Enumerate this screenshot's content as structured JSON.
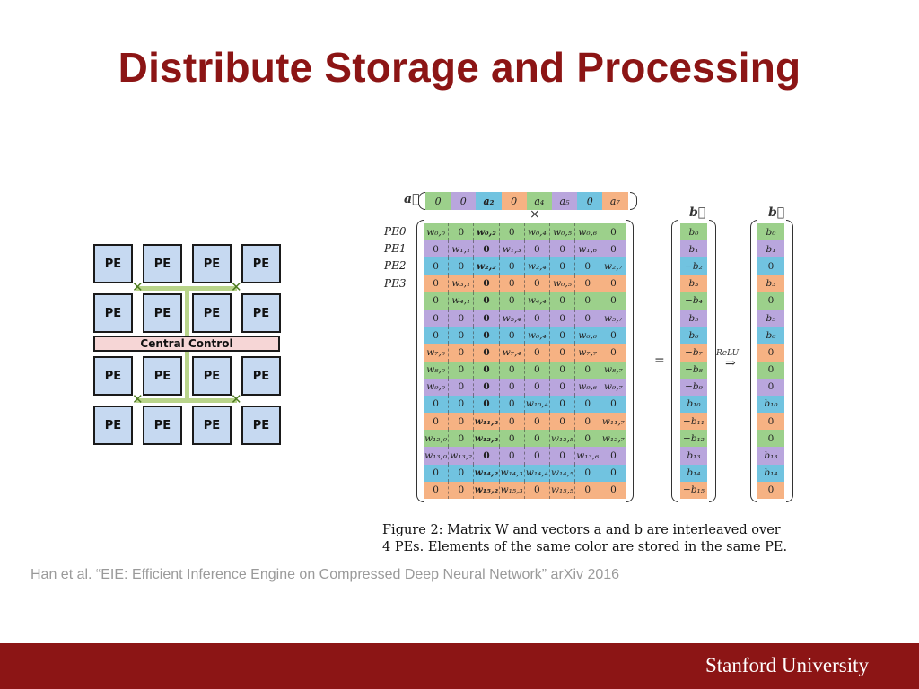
{
  "slide": {
    "title": "Distribute Storage and Processing",
    "citation": "Han et al. “EIE: Efficient Inference Engine on Compressed Deep Neural Network” arXiv 2016",
    "brand": "Stanford University"
  },
  "pe_diagram": {
    "pe_label": "PE",
    "central_control": "Central Control",
    "colors": {
      "pe_fill": "#c6d9f1",
      "control_fill": "#f6d6d6",
      "wire": "#b9d48a",
      "node": "#4c7a1e"
    }
  },
  "figure": {
    "vec_a_symbol": "a⃗",
    "vec_b_symbol": "b⃗",
    "times": "×",
    "equals": "=",
    "relu": "ReLU",
    "arrow": "⇒",
    "pe_colors": [
      "#9cd08b",
      "#b9a6dd",
      "#71c3e0",
      "#f6b283"
    ],
    "pe_labels": [
      "PE0",
      "PE1",
      "PE2",
      "PE3"
    ],
    "vec_a": [
      {
        "t": "0",
        "b": false
      },
      {
        "t": "0",
        "b": false
      },
      {
        "t": "a₂",
        "b": true
      },
      {
        "t": "0",
        "b": false
      },
      {
        "t": "a₄",
        "b": false
      },
      {
        "t": "a₅",
        "b": false
      },
      {
        "t": "0",
        "b": false
      },
      {
        "t": "a₇",
        "b": false
      }
    ],
    "matrix": [
      [
        "w₀,₀",
        "0",
        "w₀,₂*",
        "0",
        "w₀,₄",
        "w₀,₅",
        "w₀,₆",
        "0"
      ],
      [
        "0",
        "w₁,₁",
        "0*",
        "w₁,₃",
        "0",
        "0",
        "w₁,₆",
        "0"
      ],
      [
        "0",
        "0",
        "w₂,₂*",
        "0",
        "w₂,₄",
        "0",
        "0",
        "w₂,₇"
      ],
      [
        "0",
        "w₃,₁",
        "0*",
        "0",
        "0",
        "w₀,₅",
        "0",
        "0"
      ],
      [
        "0",
        "w₄,₁",
        "0*",
        "0",
        "w₄,₄",
        "0",
        "0",
        "0"
      ],
      [
        "0",
        "0",
        "0*",
        "w₅,₄",
        "0",
        "0",
        "0",
        "w₅,₇"
      ],
      [
        "0",
        "0",
        "0*",
        "0",
        "w₆,₄",
        "0",
        "w₆,₆",
        "0"
      ],
      [
        "w₇,₀",
        "0",
        "0*",
        "w₇,₄",
        "0",
        "0",
        "w₇,₇",
        "0"
      ],
      [
        "w₈,₀",
        "0",
        "0*",
        "0",
        "0",
        "0",
        "0",
        "w₈,₇"
      ],
      [
        "w₉,₀",
        "0",
        "0*",
        "0",
        "0",
        "0",
        "w₉,₆",
        "w₉,₇"
      ],
      [
        "0",
        "0",
        "0*",
        "0",
        "w₁₀,₄",
        "0",
        "0",
        "0"
      ],
      [
        "0",
        "0",
        "w₁₁,₂*",
        "0",
        "0",
        "0",
        "0",
        "w₁₁,₇"
      ],
      [
        "w₁₂,₀",
        "0",
        "w₁₂,₂*",
        "0",
        "0",
        "w₁₂,₅",
        "0",
        "w₁₂,₇"
      ],
      [
        "w₁₃,₀",
        "w₁₃,₂",
        "0*",
        "0",
        "0",
        "0",
        "w₁₃,₆",
        "0"
      ],
      [
        "0",
        "0",
        "w₁₄,₂*",
        "w₁₄,₃",
        "w₁₄,₄",
        "w₁₄,₅",
        "0",
        "0"
      ],
      [
        "0",
        "0",
        "w₁₅,₂*",
        "w₁₅,₃",
        "0",
        "w₁₅,₅",
        "0",
        "0"
      ]
    ],
    "vec_b": [
      "b₀",
      "b₁",
      "−b₂",
      "b₃",
      "−b₄",
      "b₅",
      "b₆",
      "−b₇",
      "−b₈",
      "−b₉",
      "b₁₀",
      "−b₁₁",
      "−b₁₂",
      "b₁₃",
      "b₁₄",
      "−b₁₅"
    ],
    "vec_relu": [
      "b₀",
      "b₁",
      "0",
      "b₃",
      "0",
      "b₅",
      "b₆",
      "0",
      "0",
      "0",
      "b₁₀",
      "0",
      "0",
      "b₁₃",
      "b₁₄",
      "0"
    ],
    "caption_line1": "Figure 2: Matrix W and vectors a and b are interleaved over",
    "caption_line2": "4 PEs. Elements of the same color are stored in the same PE."
  }
}
